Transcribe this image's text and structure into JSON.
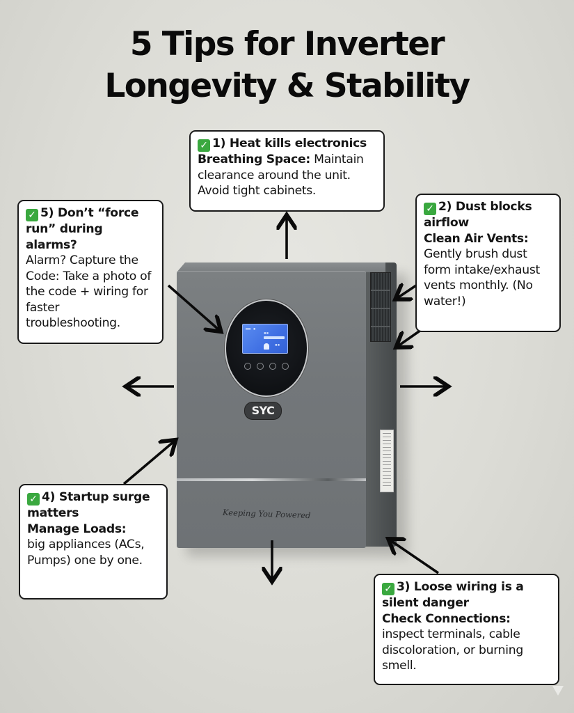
{
  "title": {
    "line1": "5 Tips for Inverter",
    "line2": "Longevity & Stability"
  },
  "accent_colors": {
    "check_green": "#3aa83f",
    "callout_border": "#1a1a1a",
    "callout_bg": "#ffffff",
    "wall": "#dcdcd6",
    "inverter_body": "#73777a"
  },
  "icons": {
    "check": "✓"
  },
  "tips": [
    {
      "number": 1,
      "heading": "1) Heat kills electronics",
      "subheading": "Breathing Space:",
      "body": "Maintain clearance around the unit. Avoid tight cabinets.",
      "icon": "check-mark-icon"
    },
    {
      "number": 2,
      "heading": "2) Dust blocks airflow",
      "subheading": "Clean Air Vents:",
      "body": "Gently brush dust form intake/exhaust vents monthly. (No water!)",
      "icon": "check-mark-icon"
    },
    {
      "number": 3,
      "heading": "3) Loose wiring is a silent danger",
      "subheading": "Check Connections:",
      "body": "inspect terminals, cable discoloration, or burning smell.",
      "icon": "check-mark-icon"
    },
    {
      "number": 4,
      "heading": "4) Startup surge matters",
      "subheading": "Manage Loads:",
      "body": "big appliances (ACs, Pumps) one by one.",
      "icon": "check-mark-icon"
    },
    {
      "number": 5,
      "heading": "5) Don’t “force run” during alarms?",
      "subheading": "",
      "body": "Alarm? Capture the Code: Take a photo of the code + wiring for faster troubleshooting.",
      "icon": "check-mark-icon"
    }
  ],
  "device": {
    "brand_logo": "SYC",
    "slogan": "Keeping You Powered"
  }
}
